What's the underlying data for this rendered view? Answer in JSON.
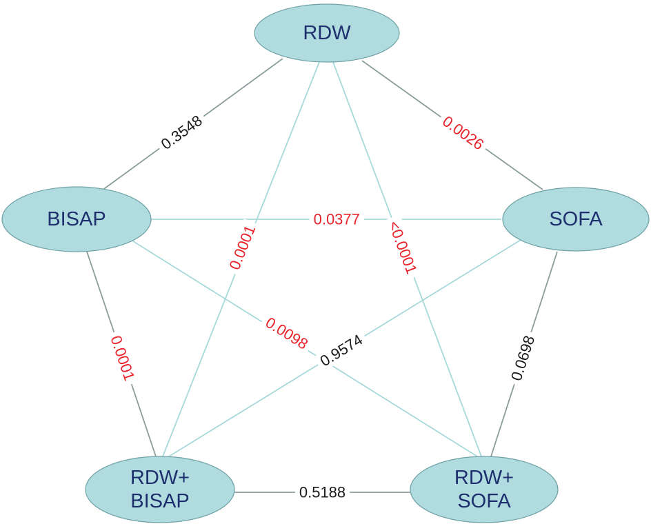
{
  "colors": {
    "node_fill": "#b0dcdf",
    "node_stroke": "#6fa1a5",
    "edge_dark": "#8a9c9c",
    "edge_light": "#a7d9db",
    "label_significant": "#e8232b",
    "label_normal": "#1a1a1a"
  },
  "nodes": [
    {
      "id": "rdw",
      "lines": [
        "RDW"
      ]
    },
    {
      "id": "bisap",
      "lines": [
        "BISAP"
      ]
    },
    {
      "id": "sofa",
      "lines": [
        "SOFA"
      ]
    },
    {
      "id": "rdw-bisap",
      "lines": [
        "RDW+",
        "BISAP"
      ]
    },
    {
      "id": "rdw-sofa",
      "lines": [
        "RDW+",
        "SOFA"
      ]
    }
  ],
  "edges": [
    {
      "id": "rdw-bisap-edge",
      "from": "rdw",
      "to": "bisap",
      "label": "0.3548",
      "significant": false
    },
    {
      "id": "rdw-sofa-edge",
      "from": "rdw",
      "to": "sofa",
      "label": "0.0026",
      "significant": true
    },
    {
      "id": "bisap-sofa-edge",
      "from": "bisap",
      "to": "sofa",
      "label": "0.0377",
      "significant": true
    },
    {
      "id": "rdw-rdwbisap-edge",
      "from": "rdw",
      "to": "rdw-bisap",
      "label": "0.0001",
      "significant": true
    },
    {
      "id": "rdw-rdwsofa-edge",
      "from": "rdw",
      "to": "rdw-sofa",
      "label": "<0.0001",
      "significant": true
    },
    {
      "id": "bisap-rdwsofa-edge",
      "from": "bisap",
      "to": "rdw-sofa",
      "label": "0.0098",
      "significant": true
    },
    {
      "id": "sofa-rdwbisap-edge",
      "from": "sofa",
      "to": "rdw-bisap",
      "label": "0.9574",
      "significant": false
    },
    {
      "id": "bisap-rdwbisap-edge",
      "from": "bisap",
      "to": "rdw-bisap",
      "label": "0.0001",
      "significant": true
    },
    {
      "id": "sofa-rdwsofa-edge",
      "from": "sofa",
      "to": "rdw-sofa",
      "label": "0.0698",
      "significant": false
    },
    {
      "id": "rdwbisap-rdwsofa-edge",
      "from": "rdw-bisap",
      "to": "rdw-sofa",
      "label": "0.5188",
      "significant": false
    }
  ]
}
